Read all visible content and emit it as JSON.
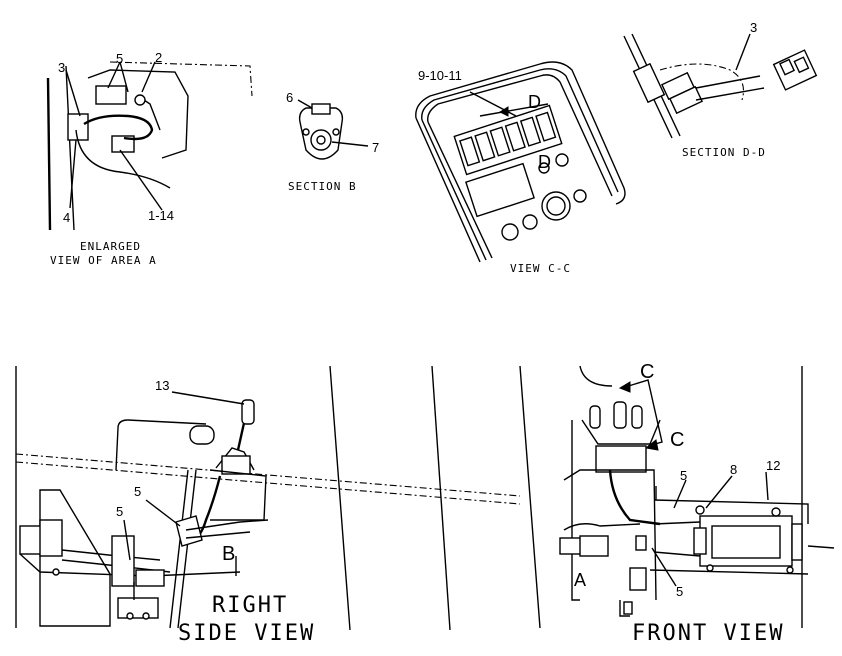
{
  "views": {
    "area_a": {
      "caption_line1": "ENLARGED",
      "caption_line2": "VIEW OF AREA A",
      "callouts": [
        "3",
        "5",
        "2",
        "4",
        "1-14"
      ]
    },
    "section_b": {
      "caption": "SECTION B",
      "callouts": [
        "6",
        "7"
      ]
    },
    "view_c": {
      "caption": "VIEW C-C",
      "callouts": [
        "9-10-11"
      ],
      "section_marks": [
        "D",
        "D"
      ]
    },
    "section_d": {
      "caption": "SECTION D-D",
      "callouts": [
        "3"
      ]
    },
    "right_side": {
      "caption_line1": "RIGHT",
      "caption_line2": "SIDE VIEW",
      "callouts": [
        "13",
        "5",
        "5"
      ],
      "section_mark": "B"
    },
    "front": {
      "caption": "FRONT VIEW",
      "callouts": [
        "5",
        "8",
        "12",
        "5"
      ],
      "section_marks": [
        "C",
        "C"
      ],
      "area_mark": "A"
    }
  }
}
